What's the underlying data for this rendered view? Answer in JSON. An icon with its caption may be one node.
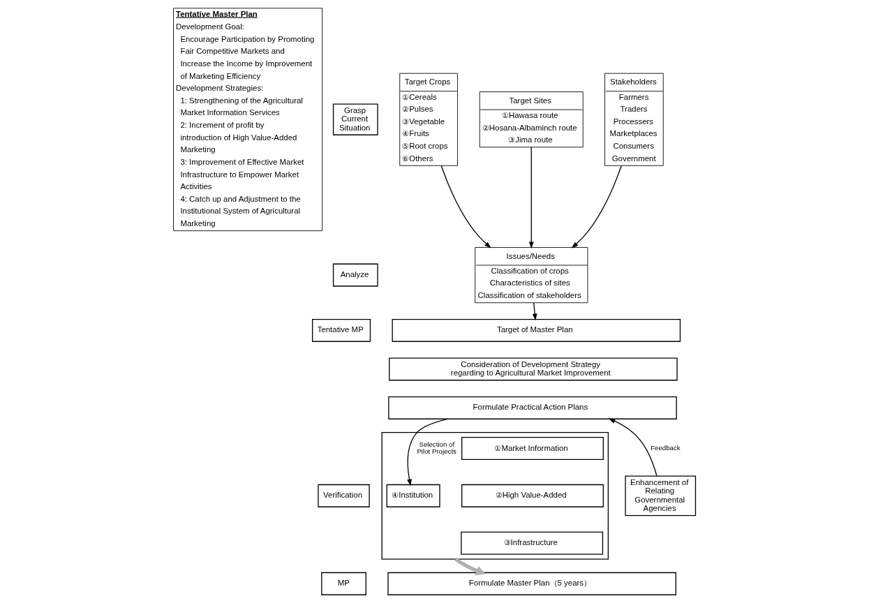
{
  "diagram": {
    "nodes": [
      {
        "text": [
          "Tentative Master Plan",
          "Development Goal:",
          "Encourage Participation by Promoting Fair Competitive Markets and Increase the Income by Improvement of Marketing Efficiency",
          "Development Strategies:",
          "1: Strengthening of the Agricultural Market Information Services",
          "2: Increment of profit by introduction of High Value-Added Marketing",
          "3: Improvement of Effective Market Infrastructure to Empower Market Activities",
          "4: Catch up and Adjustment to the Institutional System of Agricultural Marketing"
        ]
      },
      {
        "text": [
          "Grasp Current Situation"
        ]
      },
      {
        "text": [
          "Analyze"
        ]
      },
      {
        "text": [
          "Tentative MP"
        ]
      },
      {
        "text": [
          "Verification"
        ]
      },
      {
        "text": [
          "MP"
        ]
      },
      {
        "text": [
          "Target Crops",
          "①Cereals",
          "②Pulses",
          "③Vegetable",
          "④Fruits",
          "⑤Root crops",
          "⑥Others"
        ]
      },
      {
        "text": [
          "Target Sites",
          "①Hawasa route",
          "②Hosana-Albaminch route",
          "③Jima route"
        ]
      },
      {
        "text": [
          "Stakeholders",
          "Farmers",
          "Traders",
          "Processers",
          "Marketplaces",
          "Consumers",
          "Government"
        ]
      },
      {
        "text": [
          "Issues/Needs",
          "Classification of crops",
          "Characteristics of sites",
          "Classification of stakeholders"
        ]
      },
      {
        "text": [
          "Target of Master Plan"
        ]
      },
      {
        "text": [
          "Consideration of Development Strategy regarding to Agricultural Market Improvement"
        ]
      },
      {
        "text": [
          "Formulate Practical Action Plans"
        ]
      },
      {
        "text": [
          "Enhancement of Relating Governmental Agencies"
        ]
      },
      {
        "text": [],
        "shape": "box"
      },
      {
        "text": [
          "①Market Information"
        ],
        "in": 14
      },
      {
        "text": [
          "②High Value-Added"
        ],
        "in": 14
      },
      {
        "text": [
          "③Infrastructure"
        ],
        "in": 14
      },
      {
        "text": [
          "④Institution"
        ],
        "in": 14
      },
      {
        "text": [
          "Formulate Master Plan（5 years）"
        ]
      }
    ],
    "edges": [
      {
        "from": 6,
        "to": 9,
        "arrow": "to"
      },
      {
        "from": 7,
        "to": 9,
        "arrow": "to"
      },
      {
        "from": 8,
        "to": 9,
        "arrow": "to"
      },
      {
        "from": 9,
        "to": 10,
        "arrow": "to"
      },
      {
        "from": 13,
        "to": 12,
        "arrow": "to",
        "label": "Feedback"
      },
      {
        "from": 12,
        "to": 18,
        "arrow": "to",
        "label": "Selection of Pilot Projects"
      },
      {
        "from": 14,
        "to": 19,
        "arrow": "to",
        "style": "thick",
        "color": "#b0b0b0"
      }
    ]
  }
}
